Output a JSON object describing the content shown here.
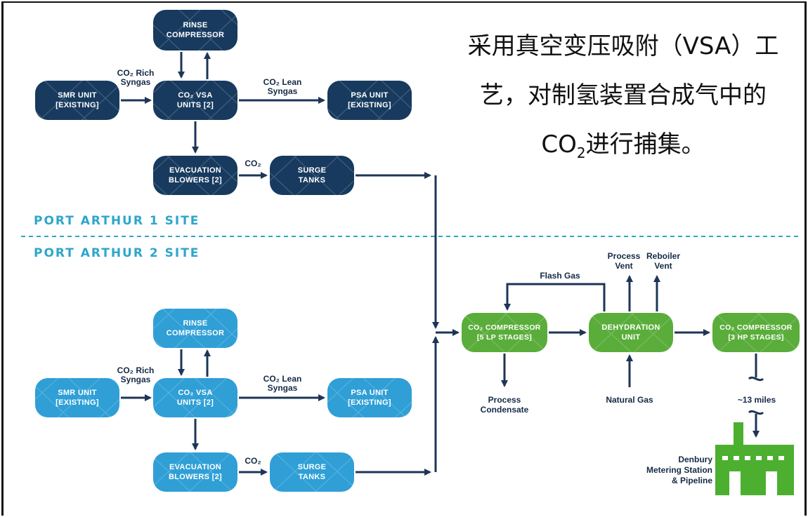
{
  "header": {
    "line1": "采用真空变压吸附（VSA）工",
    "line2": "艺，对制氢装置合成气中的",
    "line3_prefix": "CO",
    "line3_sub": "2",
    "line3_suffix": "进行捕集。"
  },
  "sites": {
    "site1": "PORT ARTHUR 1 SITE",
    "site2": "PORT ARTHUR 2 SITE"
  },
  "site1": {
    "rinse_compressor": "RINSE\nCOMPRESSOR",
    "smr_unit": "SMR UNIT\n[EXISTING]",
    "vsa_units": "CO₂ VSA\nUNITS [2]",
    "psa_unit": "PSA UNIT\n[EXISTING]",
    "evacuation_blowers": "EVACUATION\nBLOWERS [2]",
    "surge_tanks": "SURGE\nTANKS"
  },
  "site2": {
    "rinse_compressor": "RINSE\nCOMPRESSOR",
    "smr_unit": "SMR UNIT\n[EXISTING]",
    "vsa_units": "CO₂ VSA\nUNITS [2]",
    "psa_unit": "PSA UNIT\n[EXISTING]",
    "evacuation_blowers": "EVACUATION\nBLOWERS [2]",
    "surge_tanks": "SURGE\nTANKS"
  },
  "labels": {
    "co2_rich": "CO₂ Rich",
    "syngas": "Syngas",
    "co2_lean": "CO₂ Lean",
    "co2": "CO₂",
    "flash_gas": "Flash Gas",
    "process_vent": "Process\nVent",
    "reboiler_vent": "Reboiler\nVent",
    "process_condensate": "Process\nCondensate",
    "natural_gas": "Natural Gas",
    "miles": "~13 miles",
    "denbury": "Denbury\nMetering Station\n& Pipeline"
  },
  "green_nodes": {
    "lp_compressor": "CO₂ COMPRESSOR\n[5 LP STAGES]",
    "dehydration": "DEHYDRATION\nUNIT",
    "hp_compressor": "CO₂ COMPRESSOR\n[3 HP STAGES]"
  },
  "colors": {
    "dark_node": "#173a5e",
    "light_node": "#2f9fd6",
    "green_node": "#5aad3a",
    "arrow": "#1d3557",
    "site_text": "#2ea6c9",
    "factory": "#4caf2f"
  }
}
